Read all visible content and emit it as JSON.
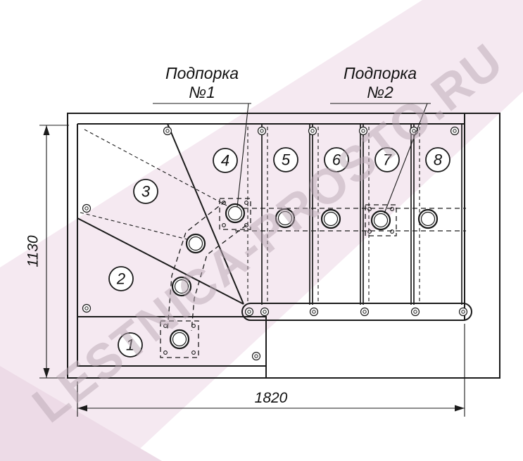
{
  "drawing_labels": {
    "support1_line1": "Подпорка",
    "support1_line2": "№1",
    "support2_line1": "Подпорка",
    "support2_line2": "№2"
  },
  "steps": [
    "1",
    "2",
    "3",
    "4",
    "5",
    "6",
    "7",
    "8"
  ],
  "dimensions": {
    "height_mm": "1130",
    "length_mm": "1820"
  },
  "watermark": {
    "text": "LESTNICA-PROSTO.RU",
    "color": "#b9a8b3"
  },
  "colors": {
    "line": "#1b1b1b",
    "wash_light": "#f5e9f1",
    "wash_deep": "#eddbe7"
  }
}
